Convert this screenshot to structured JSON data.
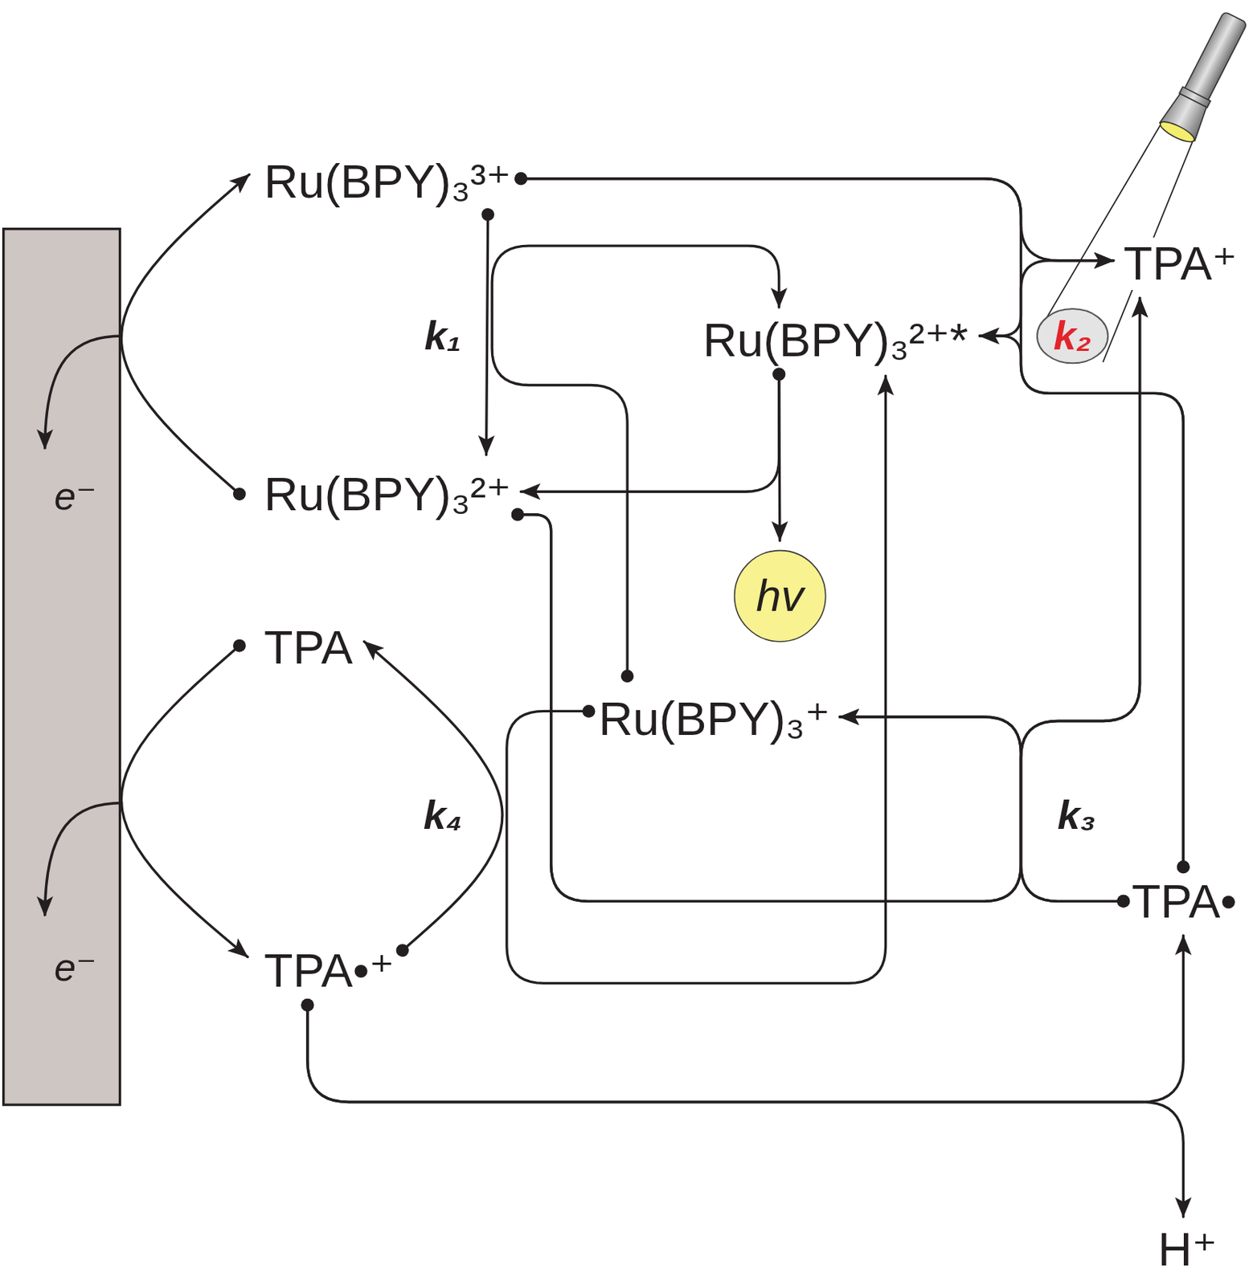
{
  "diagram": {
    "nodes": [
      {
        "text": [
          "e⁻",
          "e⁻"
        ]
      },
      {
        "text": [
          "Ru(BPY)₃³⁺"
        ]
      },
      {
        "text": [
          "Ru(BPY)₃²⁺*"
        ]
      },
      {
        "text": [
          "TPA⁺"
        ]
      },
      {
        "text": [
          "Ru(BPY)₃²⁺"
        ]
      },
      {
        "text": [
          "hv"
        ]
      },
      {
        "text": [
          "TPA"
        ]
      },
      {
        "text": [
          "Ru(BPY)₃⁺"
        ]
      },
      {
        "text": [
          "TPA•"
        ]
      },
      {
        "text": [
          "TPA•⁺"
        ]
      },
      {
        "text": [
          "H⁺"
        ]
      },
      {
        "text": [
          "k₂"
        ]
      }
    ],
    "edges": [
      {
        "from": 4,
        "to": 1,
        "arrow": "to"
      },
      {
        "from": 6,
        "to": 9,
        "arrow": "to"
      },
      {
        "from": 1,
        "to": 4,
        "arrow": "to"
      },
      {
        "from": 7,
        "to": 2,
        "arrow": "to"
      },
      {
        "from": 2,
        "to": 4,
        "arrow": "to"
      },
      {
        "from": 2,
        "to": 5,
        "arrow": "to"
      },
      {
        "from": 9,
        "to": 6,
        "arrow": "to"
      },
      {
        "from": 7,
        "to": 2,
        "arrow": "to"
      },
      {
        "from": 4,
        "to": 7,
        "arrow": "to"
      },
      {
        "from": 4,
        "to": 3,
        "arrow": "to"
      },
      {
        "from": 8,
        "to": 7,
        "arrow": "to"
      },
      {
        "from": 8,
        "to": 3,
        "arrow": "to"
      },
      {
        "from": 1,
        "to": 2,
        "arrow": "to"
      },
      {
        "from": 1,
        "to": 3,
        "arrow": "to"
      },
      {
        "from": 8,
        "to": 2,
        "arrow": "to"
      },
      {
        "from": 8,
        "to": 3,
        "arrow": "to"
      },
      {
        "from": 9,
        "to": 8,
        "arrow": "to"
      },
      {
        "from": 9,
        "to": 10,
        "arrow": "to"
      }
    ],
    "labels": [
      "k₁",
      "k₄",
      "k₃"
    ]
  }
}
